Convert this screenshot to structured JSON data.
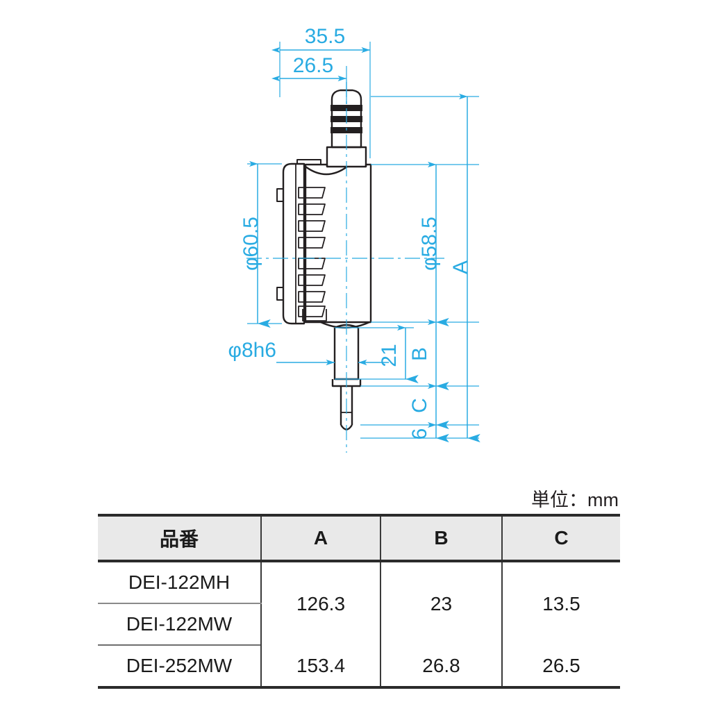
{
  "drawing": {
    "title": "dial-indicator-dimension-drawing",
    "line_color": "#231f20",
    "dimension_color": "#29abe2",
    "dimensions": {
      "width_overall": "35.5",
      "width_body": "26.5",
      "dial_diameter_left": "φ60.5",
      "dial_diameter_right": "φ58.5",
      "stem_diameter": "φ8h6",
      "stem_length": "21",
      "total_height": "A",
      "stem_section": "B",
      "spindle_section": "C",
      "tip_length": "6"
    }
  },
  "unit_note": "単位：mm",
  "table": {
    "headers": [
      "品番",
      "A",
      "B",
      "C"
    ],
    "rows": [
      {
        "part": "DEI-122MH",
        "a": "126.3",
        "b": "23",
        "c": "13.5"
      },
      {
        "part": "DEI-122MW",
        "a": "126.3",
        "b": "23",
        "c": "13.5"
      },
      {
        "part": "DEI-252MW",
        "a": "153.4",
        "b": "26.8",
        "c": "26.5"
      }
    ]
  }
}
